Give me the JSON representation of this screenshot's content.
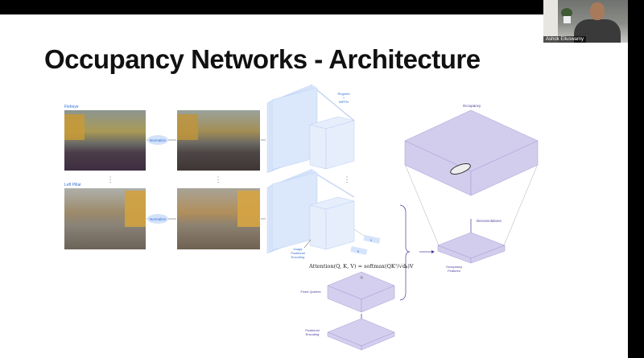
{
  "slide": {
    "title": "Occupancy Networks - Architecture",
    "camera_labels": [
      "Fisheye",
      "Left Pillar"
    ],
    "normalize_label": "Normalize",
    "ellipsis": "⋮",
    "regnets_label": [
      "Regnets",
      "+",
      "BiFPN"
    ],
    "image_pos_enc_label": [
      "Image",
      "Positional",
      "Encoding"
    ],
    "v_label": "V",
    "k_label": "K",
    "q_label": "Q",
    "attention_formula": "Attention(Q, K, V) = softmax(QKᵀ/√dₖ)V",
    "fixed_queries_label": "Fixed Queries",
    "positional_encoding_label": [
      "Positional",
      "Encoding"
    ],
    "occupancy_label": "Occupancy",
    "deconvolutions_label": "Deconvolutions",
    "occupancy_features_label": [
      "Occupancy",
      "Features"
    ]
  },
  "webcam": {
    "participant_name": "Ashok Elluswamy"
  },
  "colors": {
    "camera_label": "#2f6fd6",
    "feature_blue": "#d6e4fb",
    "occupancy_purple": "#c9c4e8",
    "purple_text": "#4a3a9a"
  }
}
